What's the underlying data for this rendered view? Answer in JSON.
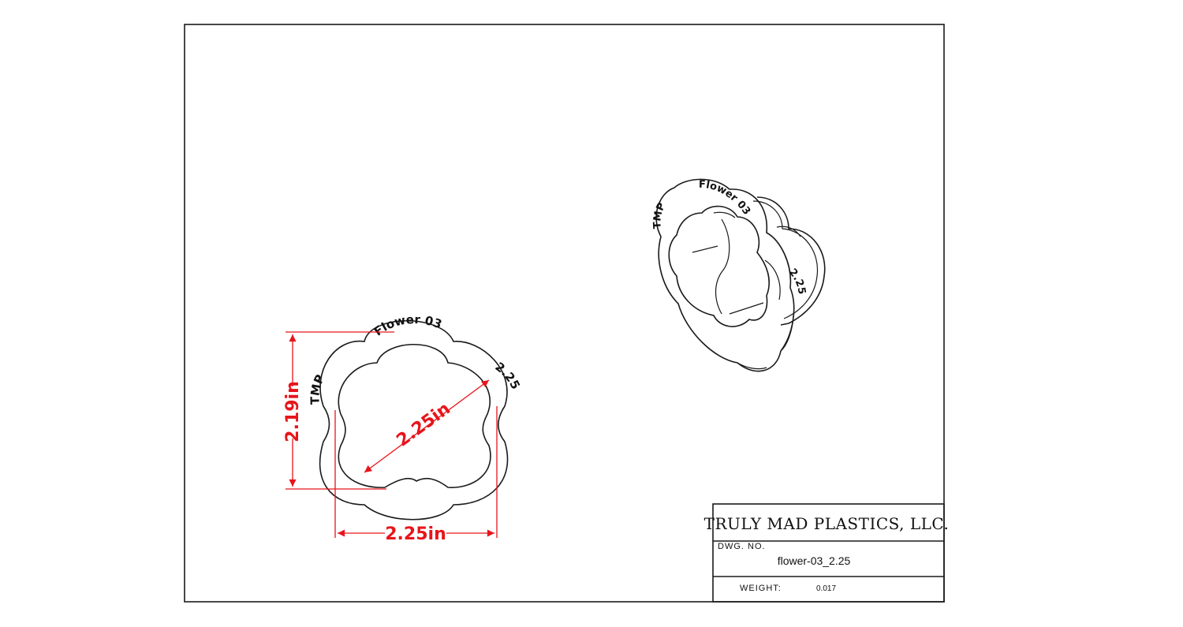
{
  "drawing": {
    "emboss_top": "Flower 03",
    "emboss_left": "TMP",
    "emboss_right": "2.25",
    "dims": {
      "height": "2.19in",
      "diameter": "2.25in",
      "width": "2.25in"
    }
  },
  "title_block": {
    "company": "TRULY MAD PLASTICS, LLC.",
    "dwg_no_label": "DWG. NO.",
    "dwg_no": "flower-03_2.25",
    "weight_label": "WEIGHT:",
    "weight_value": "0.017"
  }
}
